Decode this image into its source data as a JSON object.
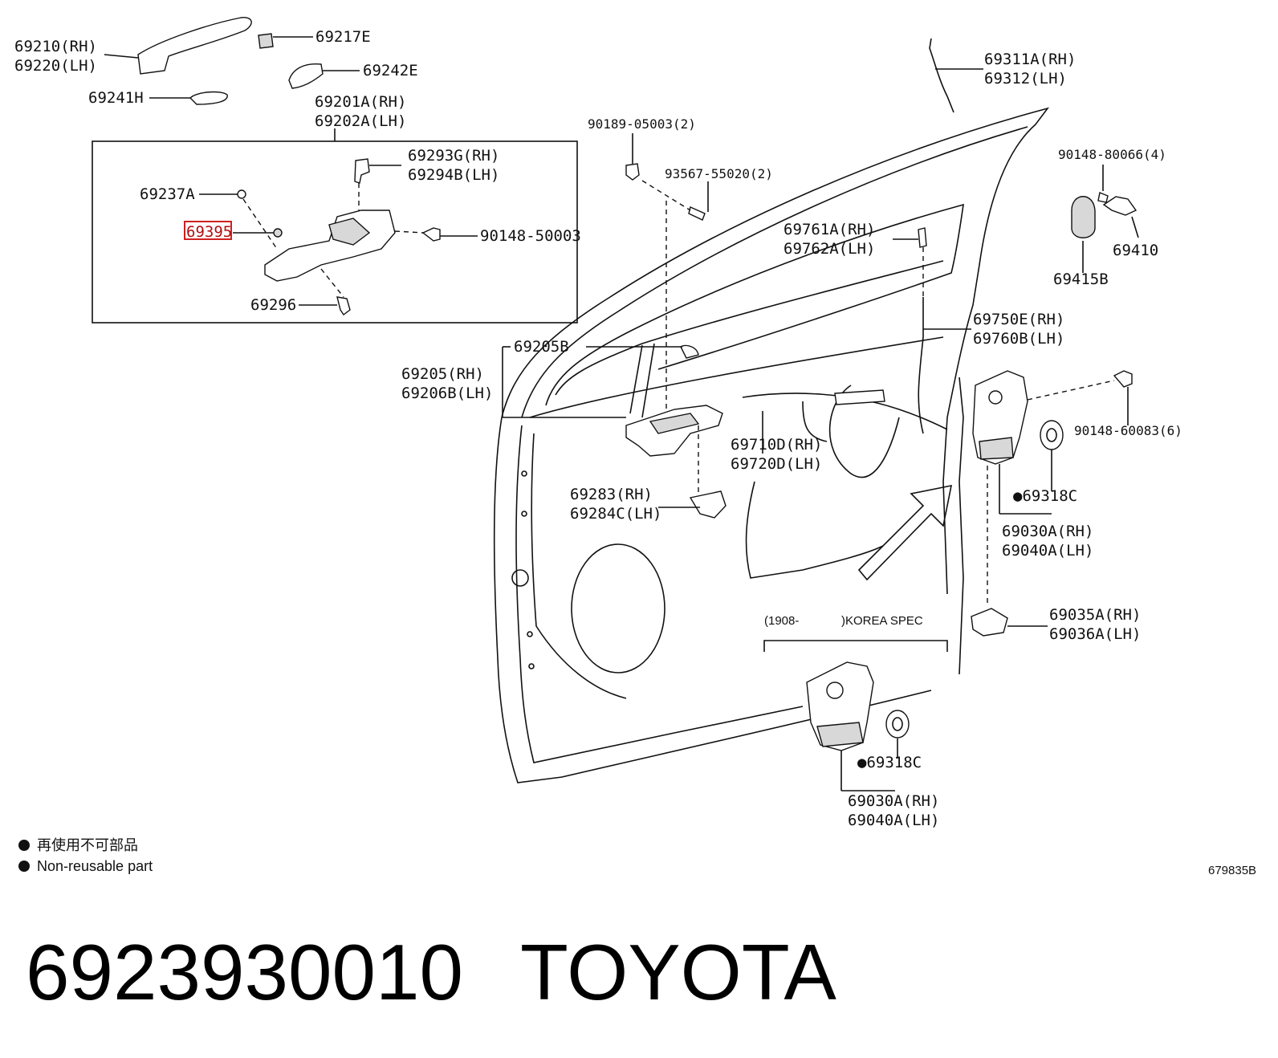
{
  "labels": {
    "p69210": "69210(RH)",
    "p69220": "69220(LH)",
    "p69217E": "69217E",
    "p69242E": "69242E",
    "p69241H": "69241H",
    "p69201A": "69201A(RH)",
    "p69202A": "69202A(LH)",
    "p69293G": "69293G(RH)",
    "p69294B": "69294B(LH)",
    "p69237A": "69237A",
    "p69395": "69395",
    "p90148_50003": "90148-50003",
    "p69296": "69296",
    "p90189": "90189-05003(2)",
    "p93567": "93567-55020(2)",
    "p69311A": "69311A(RH)",
    "p69312": "69312(LH)",
    "p90148_80066": "90148-80066(4)",
    "p69410": "69410",
    "p69415B": "69415B",
    "p69761A": "69761A(RH)",
    "p69762A": "69762A(LH)",
    "p69750E": "69750E(RH)",
    "p69760B": "69760B(LH)",
    "p69205B": "69205B",
    "p69205": "69205(RH)",
    "p69206B": "69206B(LH)",
    "p90148_60083": "90148-60083(6)",
    "p69710D": "69710D(RH)",
    "p69720D": "69720D(LH)",
    "p69318C_a": "●69318C",
    "p69283": "69283(RH)",
    "p69284C": "69284C(LH)",
    "p69030A_a": "69030A(RH)",
    "p69040A_a": "69040A(LH)",
    "p69035A": "69035A(RH)",
    "p69036A": "69036A(LH)",
    "spec_start": "(1908-",
    "spec_name": ")KOREA SPEC",
    "p69318C_b": "●69318C",
    "p69030A_b": "69030A(RH)",
    "p69040A_b": "69040A(LH)"
  },
  "legend": {
    "cn_text": "再使用不可部品",
    "en_text": "Non-reusable part"
  },
  "diagram_code": "679835B",
  "footer": {
    "part_number": "6923930010",
    "brand": "TOYOTA"
  },
  "highlight": {
    "part": "69395",
    "color": "#d02020"
  }
}
